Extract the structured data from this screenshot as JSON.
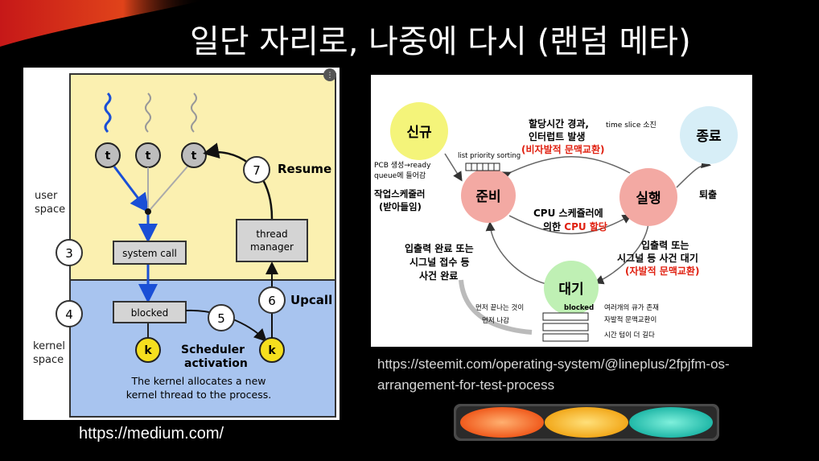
{
  "slide": {
    "title": "일단 자리로, 나중에 다시 (랜덤 메타)",
    "caption_left": "https://medium.com/",
    "caption_right_line1": "https://steemit.com/operating-system/@lineplus/2fpjfm-os-",
    "caption_right_line2": "arrangement-for-test-process"
  },
  "left_diagram": {
    "user_space_label_1": "user",
    "user_space_label_2": "space",
    "kernel_space_label_1": "kernel",
    "kernel_space_label_2": "space",
    "thread_label": "t",
    "kernel_thread_label": "k",
    "system_call": "system call",
    "blocked": "blocked",
    "thread_manager_1": "thread",
    "thread_manager_2": "manager",
    "step_3": "3",
    "step_4": "4",
    "step_5": "5",
    "step_6": "6",
    "step_7": "7",
    "resume": "Resume",
    "upcall": "Upcall",
    "scheduler_1": "Scheduler",
    "scheduler_2": "activation",
    "note_1": "The kernel allocates a new",
    "note_2": "kernel thread to the process.",
    "colors": {
      "user_bg": "#fbf0b0",
      "kernel_bg": "#a8c4ef",
      "arrow_blue": "#1a4fd6",
      "thread_yellow": "#f5df1e"
    }
  },
  "right_diagram": {
    "new": "신규",
    "ready": "준비",
    "running": "실행",
    "waiting": "대기",
    "terminated": "종료",
    "pcb_1": "PCB 생성→ready",
    "pcb_2": "queue에 들어감",
    "job_sched_1": "작업스케줄러",
    "job_sched_2": "(받아들임)",
    "list_priority": "list priority sorting",
    "timeout_1": "할당시간 경과,",
    "timeout_2": "인터럽트 발생",
    "timeout_3": "(비자발적 문맥교환)",
    "time_slice": "time slice 소진",
    "cpu_1": "CPU 스케쥴러에",
    "cpu_2a": "의한 ",
    "cpu_2b": "CPU 할당",
    "exit": "퇴출",
    "io_done_1": "입출력 완료 또는",
    "io_done_2": "시그널 접수 등",
    "io_done_3": "사건 완료",
    "io_wait_1": "입출력 또는",
    "io_wait_2": "시그널 등 사건 대기",
    "io_wait_3": "(자발적 문맥교환)",
    "first_done_1": "먼저 끝나는 것이",
    "first_done_2": "먼저 나감",
    "blocked": "blocked",
    "queues_1": "여러개의 큐가 존재",
    "queues_2": "자발적 문맥교환이",
    "queues_3": "시간 텀이 더 길다",
    "colors": {
      "red_state": "#f3a9a3",
      "yellow_state": "#f4f47a",
      "green_state": "#bff0b4",
      "blue_state": "#d7eef7",
      "emphasis_red": "#e02010"
    }
  },
  "traffic_light": {
    "colors": [
      "#f05a1c",
      "#f2a81a",
      "#20b8a8"
    ]
  }
}
